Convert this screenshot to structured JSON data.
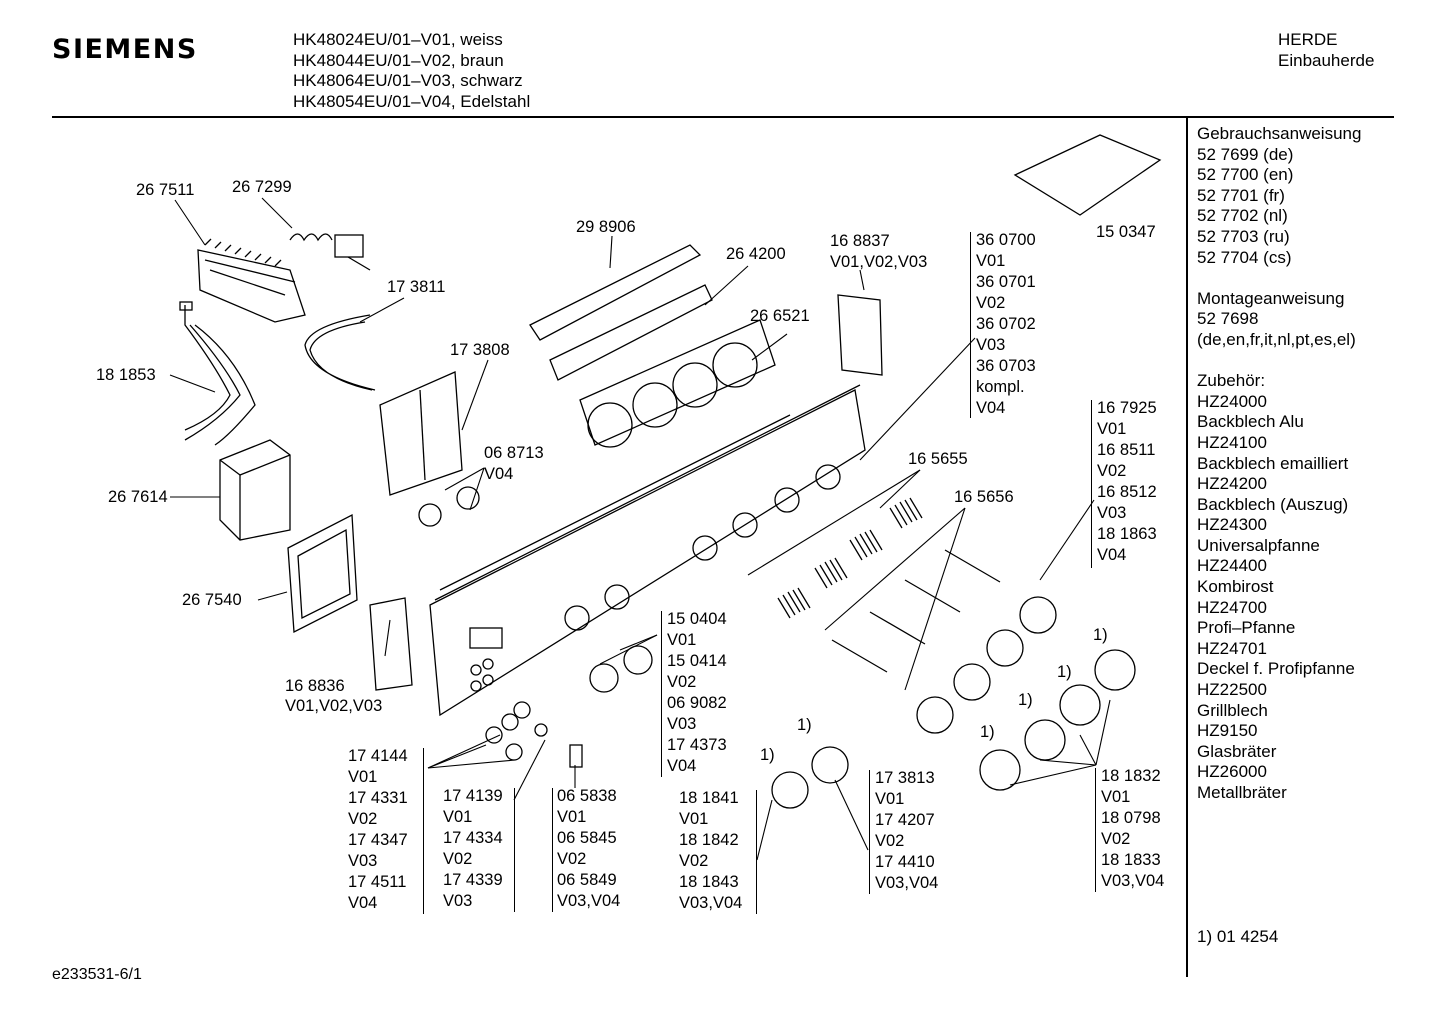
{
  "header": {
    "brand": "SIEMENS",
    "models": [
      "HK48024EU/01–V01, weiss",
      "HK48044EU/01–V02, braun",
      "HK48064EU/01–V03, schwarz",
      "HK48054EU/01–V04, Edelstahl"
    ],
    "category": "HERDE",
    "subcategory": "Einbauherde"
  },
  "sidebar": {
    "manual_title": "Gebrauchsanweisung",
    "manuals": [
      "52 7699 (de)",
      "52 7700 (en)",
      "52 7701 (fr)",
      "52 7702 (nl)",
      "52 7703 (ru)",
      "52 7704 (cs)"
    ],
    "mount_title": "Montageanweisung",
    "mount_number": "52 7698",
    "mount_langs": "(de,en,fr,it,nl,pt,es,el)",
    "accessory_title": "Zubehör:",
    "accessories": [
      "HZ24000",
      "Backblech Alu",
      "HZ24100",
      "Backblech emailliert",
      "HZ24200",
      "Backblech (Auszug)",
      "HZ24300",
      "Universalpfanne",
      "HZ24400",
      "Kombirost",
      "HZ24700",
      "Profi–Pfanne",
      "HZ24701",
      "Deckel f. Profipfanne",
      "HZ22500",
      "Grillblech",
      "HZ9150",
      "Glasbräter",
      "HZ26000",
      "Metallbräter"
    ],
    "footnote": "1) 01 4254"
  },
  "parts": {
    "p267511": "26 7511",
    "p267299": "26 7299",
    "p173811": "17 3811",
    "p181853": "18 1853",
    "p267614": "26 7614",
    "p267540": "26 7540",
    "p298906": "29 8906",
    "p264200": "26 4200",
    "p266521": "26 6521",
    "p173808": "17 3808",
    "p068713": "06 8713",
    "p068713_v": "V04",
    "p168837": "16 8837",
    "p168837_v": "V01,V02,V03",
    "p150347": "15 0347",
    "p165655": "16 5655",
    "p165656": "16 5656",
    "p168836": "16 8836",
    "p168836_v": "V01,V02,V03",
    "one_paren": "1)"
  },
  "stacks": {
    "s360700": [
      "36 0700",
      "V01",
      "36 0701",
      "V02",
      "36 0702",
      "V03",
      "36 0703",
      "kompl.",
      "V04"
    ],
    "s167925": [
      "16 7925",
      "V01",
      "16 8511",
      "V02",
      "16 8512",
      "V03",
      "18 1863",
      "V04"
    ],
    "s150404": [
      "15 0404",
      "V01",
      "15 0414",
      "V02",
      "06 9082",
      "V03",
      "17 4373",
      "V04"
    ],
    "s174144": [
      "17 4144",
      "V01",
      "17 4331",
      "V02",
      "17 4347",
      "V03",
      "17 4511",
      "V04"
    ],
    "s174139": [
      "17 4139",
      "V01",
      "17 4334",
      "V02",
      "17 4339",
      "V03"
    ],
    "s065838": [
      "06 5838",
      "V01",
      "06 5845",
      "V02",
      "06 5849",
      "V03,V04"
    ],
    "s181841": [
      "18 1841",
      "V01",
      "18 1842",
      "V02",
      "18 1843",
      "V03,V04"
    ],
    "s173813": [
      "17 3813",
      "V01",
      "17 4207",
      "V02",
      "17 4410",
      "V03,V04"
    ],
    "s181832": [
      "18 1832",
      "V01",
      "18 0798",
      "V02",
      "18 1833",
      "V03,V04"
    ]
  },
  "footer": {
    "doc_id": "e233531-6/1"
  }
}
